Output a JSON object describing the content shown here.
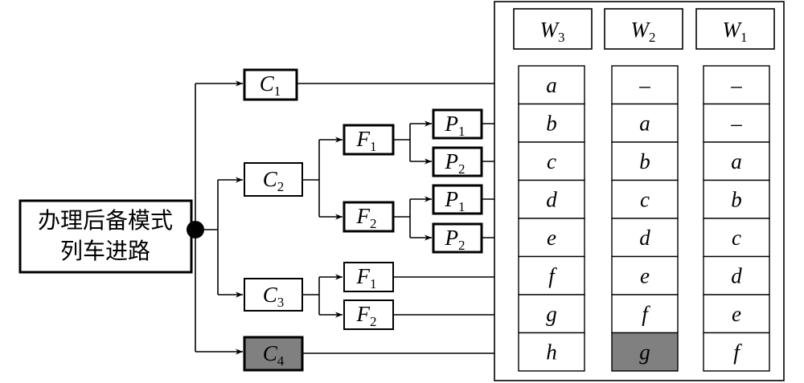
{
  "source_node": {
    "line1": "办理后备模式",
    "line2": "列车进路"
  },
  "branches": [
    {
      "var": "C",
      "sub": "1"
    },
    {
      "var": "C",
      "sub": "2"
    },
    {
      "var": "C",
      "sub": "3"
    },
    {
      "var": "C",
      "sub": "4"
    }
  ],
  "sub_branches": {
    "c2_F1": {
      "var": "F",
      "sub": "1"
    },
    "c2_F2": {
      "var": "F",
      "sub": "2"
    },
    "c3_F1": {
      "var": "F",
      "sub": "1"
    },
    "c3_F2": {
      "var": "F",
      "sub": "2"
    }
  },
  "leaves": {
    "f1_P1": {
      "var": "P",
      "sub": "1"
    },
    "f1_P2": {
      "var": "P",
      "sub": "2"
    },
    "f2_P1": {
      "var": "P",
      "sub": "1"
    },
    "f2_P2": {
      "var": "P",
      "sub": "2"
    }
  },
  "columns": [
    {
      "header": {
        "var": "W",
        "sub": "3"
      },
      "cells": [
        "a",
        "b",
        "c",
        "d",
        "e",
        "f",
        "g",
        "h"
      ]
    },
    {
      "header": {
        "var": "W",
        "sub": "2"
      },
      "cells": [
        "–",
        "a",
        "b",
        "c",
        "d",
        "e",
        "f",
        "g"
      ]
    },
    {
      "header": {
        "var": "W",
        "sub": "1"
      },
      "cells": [
        "–",
        "–",
        "a",
        "b",
        "c",
        "d",
        "e",
        "f"
      ]
    }
  ],
  "highlight_color": "#808080"
}
